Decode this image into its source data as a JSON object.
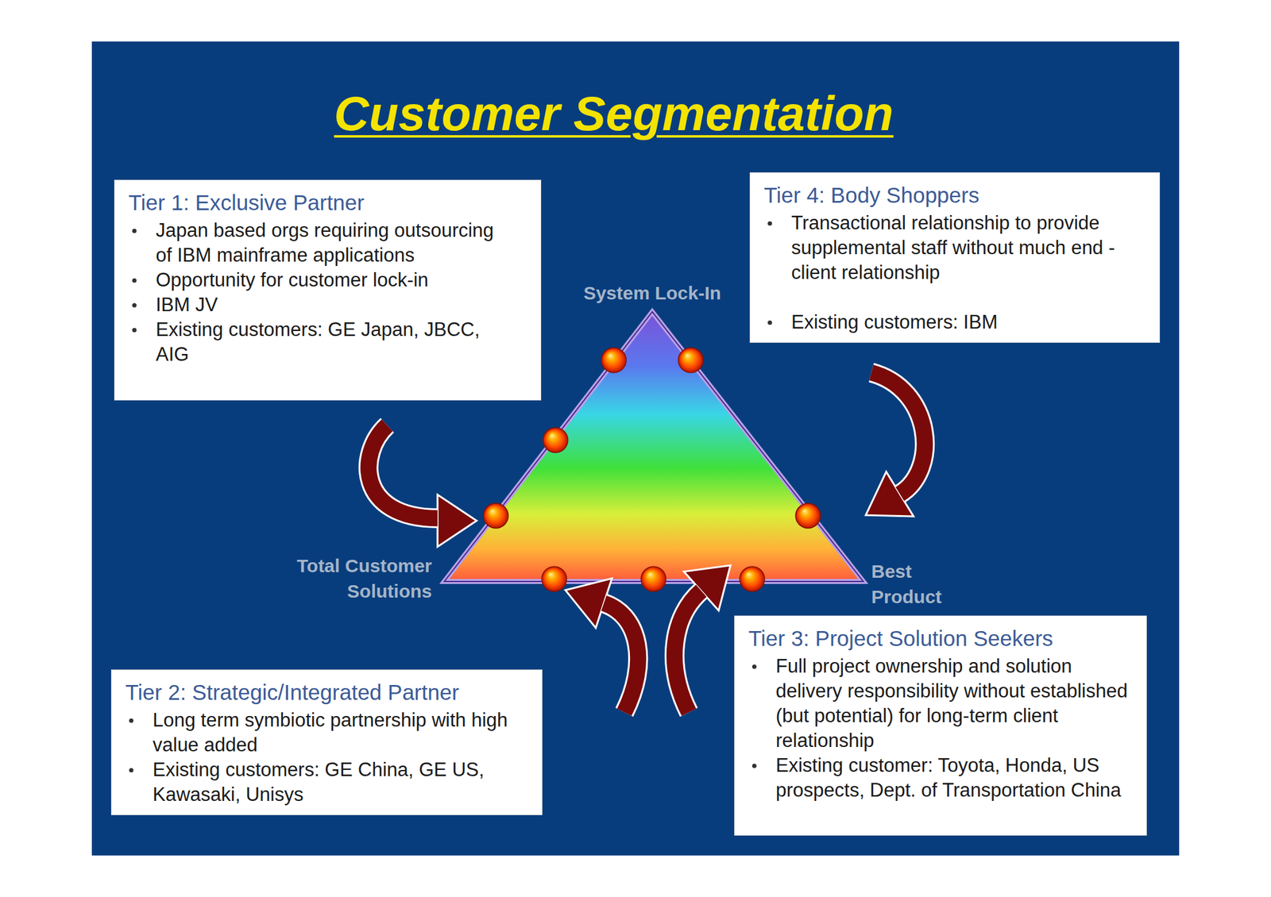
{
  "diagram": {
    "title": "Customer Segmentation",
    "nodes": [
      {
        "text": [
          "Tier 1: Exclusive Partner",
          "Japan based orgs requiring outsourcing of IBM mainframe applications",
          "Opportunity for customer lock-in",
          "IBM JV",
          "Existing customers: GE Japan, JBCC, AIG"
        ]
      },
      {
        "text": [
          "Tier 4: Body Shoppers",
          "Transactional relationship to provide supplemental staff without much end - client relationship",
          "Existing customers: IBM"
        ]
      },
      {
        "text": [
          "Tier 2: Strategic/Integrated Partner",
          "Long term symbiotic partnership with high value added",
          "Existing customers: GE China, GE US, Kawasaki, Unisys"
        ]
      },
      {
        "text": [
          "Tier 3: Project Solution Seekers",
          "Full project ownership and solution delivery responsibility without established (but potential) for long-term client relationship",
          "Existing customer: Toyota, Honda, US prospects, Dept. of Transportation China"
        ]
      }
    ],
    "labels": [
      "System Lock-In",
      "Total Customer Solutions",
      "Best Product"
    ]
  }
}
